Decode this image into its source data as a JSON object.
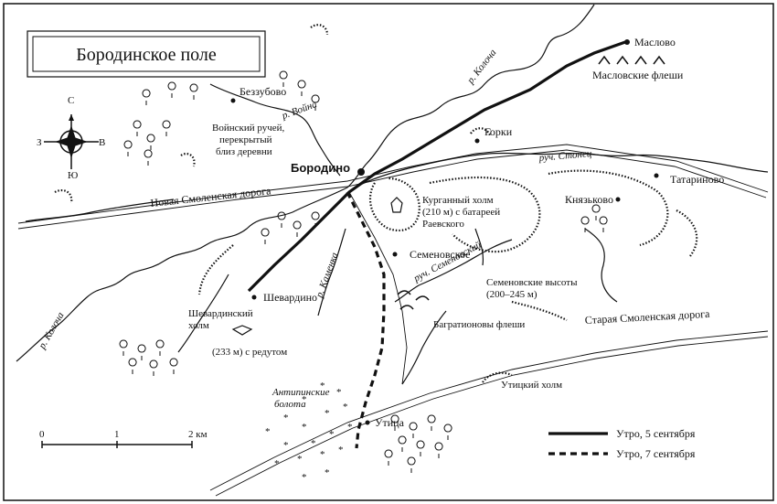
{
  "title": "Бородинское поле",
  "compass": {
    "n": "С",
    "s": "Ю",
    "w": "З",
    "e": "В"
  },
  "scale": {
    "zero": "0",
    "one": "1",
    "two": "2 км"
  },
  "legend": {
    "morning5": "Утро, 5 сентября",
    "morning7": "Утро, 7 сентября"
  },
  "places": {
    "maslovo": "Маслово",
    "maslov_fleches": "Масловские флеши",
    "bezzubovo": "Беззубово",
    "gorki": "Горки",
    "borodino": "Бородино",
    "tatarinovo": "Татариново",
    "knyazkovo": "Князьково",
    "semenovskoe": "Семеновское",
    "shevardino": "Шевардино",
    "utitsa": "Утица"
  },
  "features": {
    "voyna_note": [
      "Войнский ручей,",
      "перекрытый",
      "близ деревни"
    ],
    "kurgan": [
      "Курганный холм",
      "(210 м) с батареей",
      "Раевского"
    ],
    "semen_heights": [
      "Семеновские высоты",
      "(200–245 м)"
    ],
    "bagration": "Багратионовы флеши",
    "shev_hill": [
      "Шевардинский",
      "холм"
    ],
    "redoubt": "(233 м) с редутом",
    "utitsky_hill": "Утицкий холм",
    "antipinsk": [
      "Антипинские",
      "болота"
    ]
  },
  "roads": {
    "new_smolensk": "Новая Смоленская дорога",
    "old_smolensk": "Старая Смоленская дорога"
  },
  "rivers": {
    "kolocha_ne": "р. Колоча",
    "kolocha_w": "р. Колоча",
    "voyna": "р. Война",
    "stonets": "руч. Стонец",
    "kamenka": "р. Каменка",
    "semenovsky": "руч. Семеновский"
  }
}
